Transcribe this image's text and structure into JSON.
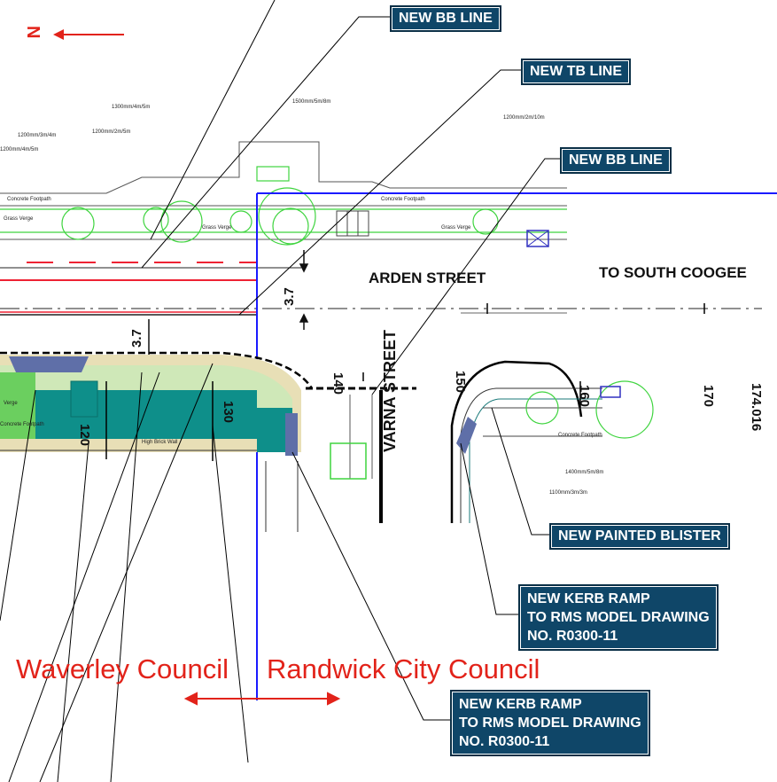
{
  "callouts": {
    "bb_top": "NEW BB LINE",
    "tb": "NEW TB LINE",
    "bb_right": "NEW BB LINE",
    "painted_blister": "NEW PAINTED BLISTER",
    "kerb_ramp_right": {
      "line1": "NEW KERB RAMP",
      "line2": "TO RMS MODEL DRAWING",
      "line3": "NO. R0300-11"
    },
    "kerb_ramp_bottom": {
      "line1": "NEW KERB RAMP",
      "line2": "TO RMS MODEL DRAWING",
      "line3": "NO. R0300-11"
    }
  },
  "streets": {
    "arden": "ARDEN STREET",
    "south_coogee": "TO SOUTH COOGEE",
    "varna": "VARNA STREET"
  },
  "councils": {
    "left": "Waverley Council",
    "right": "Randwick City Council"
  },
  "north_label": "N",
  "dimensions": {
    "upper": "3.7",
    "lower": "3.7"
  },
  "chainages": [
    "120",
    "130",
    "140",
    "150",
    "160",
    "170",
    "174.016"
  ],
  "small_labels": {
    "concrete_footpath": "Concrete Footpath",
    "grass_verge": "Grass Verge",
    "tree_1": "1200mm/3m/4m",
    "tree_2": "1300mm/4m/5m",
    "tree_3": "1200mm/2m/5m",
    "tree_4": "1500mm/5m/8m",
    "tree_5": "1200mm/2m/10m",
    "tree_6": "1400mm/5m/8m",
    "tree_7": "1100mm/3m/3m",
    "tree_8": "1200mm/4m/5m",
    "high_brick_wall": "High Brick Wall",
    "verge": "Verge"
  },
  "colors": {
    "callout_bg": "#0f4668",
    "council_red": "#e2231a",
    "boundary_blue": "#1a1aff",
    "kerb_teal": "#0e8f8a",
    "tree_green": "#3fd43f"
  }
}
